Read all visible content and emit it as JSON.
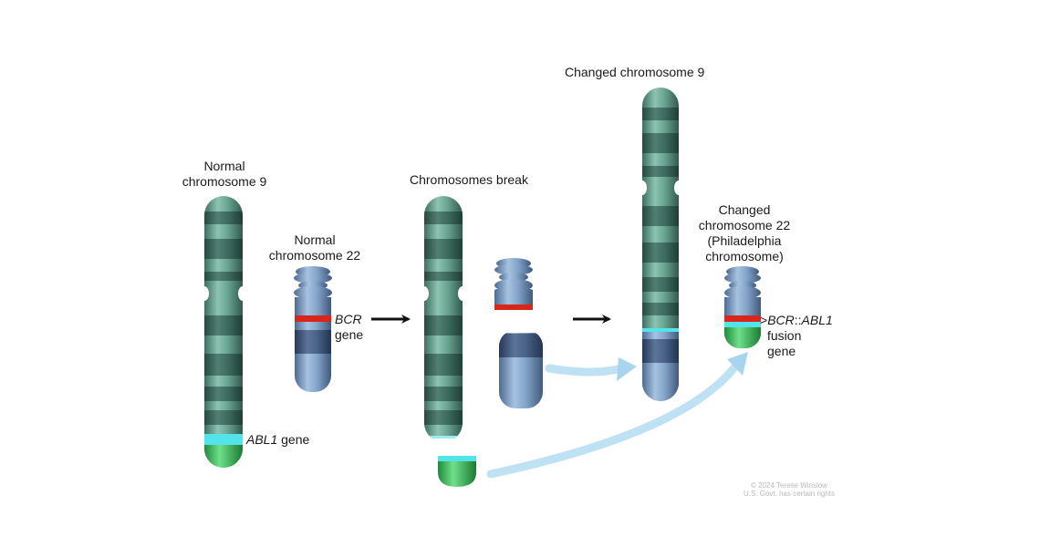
{
  "labels": {
    "normal9": [
      "Normal",
      "chromosome 9"
    ],
    "normal22": [
      "Normal",
      "chromosome 22"
    ],
    "bcr_gene": {
      "name": "BCR",
      "suffix": "gene"
    },
    "abl1_gene": {
      "name": "ABL1",
      "suffix": " gene"
    },
    "break_title": "Chromosomes break",
    "changed9": "Changed chromosome 9",
    "changed22": [
      "Changed",
      "chromosome 22",
      "(Philadelphia",
      "chromosome)"
    ],
    "fusion": {
      "gt": ">",
      "bcr": "BCR",
      "sep": "::",
      "abl": "ABL1",
      "line2": "fusion",
      "line3": "gene"
    }
  },
  "credit": {
    "line1": "© 2024 Terese Winslow",
    "line2": "U.S. Govt. has certain rights"
  },
  "colors": {
    "chr9_green": "#5f9e8c",
    "chr9_band": "#3f6e60",
    "chr22_blue": "#7e9fc4",
    "chr22_band": "#3f5a80",
    "bcr_red": "#d9261c",
    "abl1_cyan": "#53e3ea",
    "abl1_green": "#3fbf55",
    "arrow_black": "#111111",
    "arrow_light_blue": "#a9d4ee"
  }
}
